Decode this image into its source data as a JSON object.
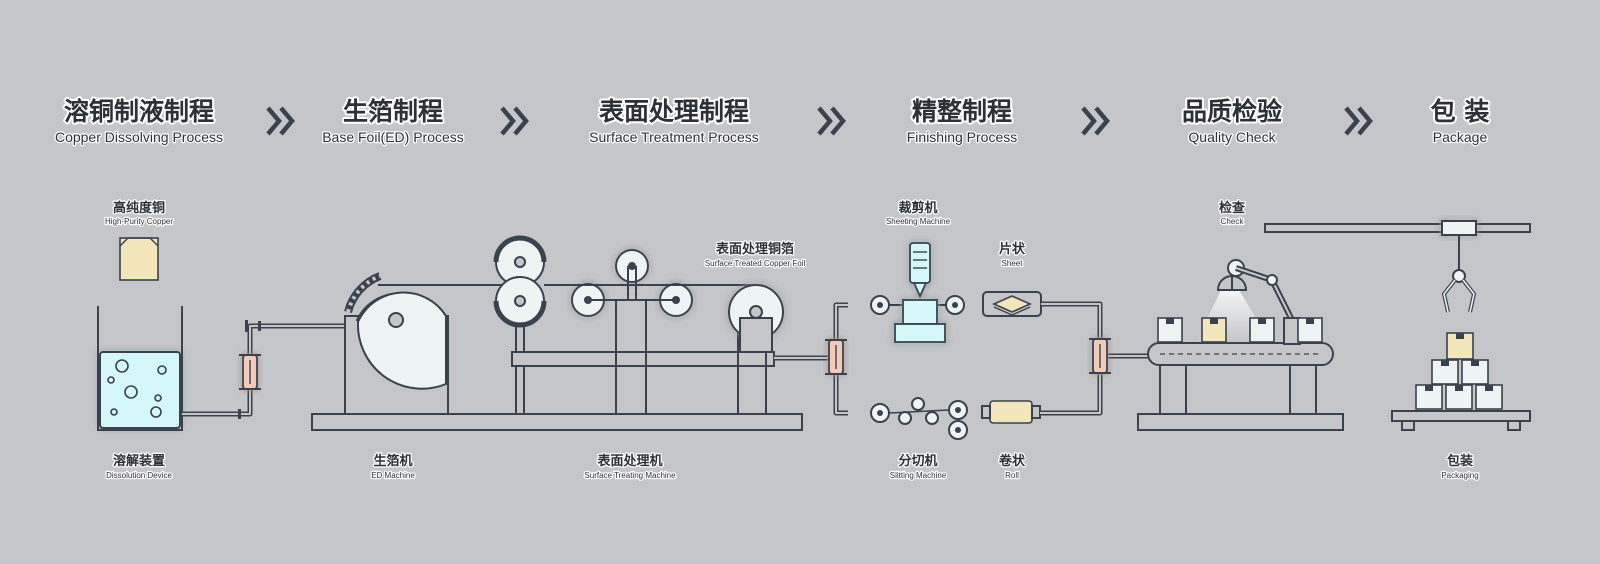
{
  "steps": [
    {
      "title": "溶铜制液制程",
      "subtitle": "Copper Dissolving Process"
    },
    {
      "title": "生箔制程",
      "subtitle": "Base Foil(ED) Process"
    },
    {
      "title": "表面处理制程",
      "subtitle": "Surface Treatment Process"
    },
    {
      "title": "精整制程",
      "subtitle": "Finishing Process"
    },
    {
      "title": "品质检验",
      "subtitle": "Quality Check"
    },
    {
      "title": "包 装",
      "subtitle": "Package"
    }
  ],
  "labels": {
    "high_purity_copper": {
      "cn": "高纯度铜",
      "en": "High-Purity Copper"
    },
    "dissolution_device": {
      "cn": "溶解装置",
      "en": "Dissolution Device"
    },
    "ed_machine": {
      "cn": "生箔机",
      "en": "ED Machine"
    },
    "surface_treated_foil": {
      "cn": "表面处理铜箔",
      "en": "Surface Treated  Copper Foil"
    },
    "surface_treating_machine": {
      "cn": "表面处理机",
      "en": "Surface Treating Machine"
    },
    "sheeting_machine": {
      "cn": "裁剪机",
      "en": "Sheeting Machine"
    },
    "sheet": {
      "cn": "片状",
      "en": "Sheet"
    },
    "slitting_machine": {
      "cn": "分切机",
      "en": "Slitting Machine"
    },
    "roll": {
      "cn": "卷状",
      "en": "Roll"
    },
    "check": {
      "cn": "检查",
      "en": "Check"
    },
    "packaging": {
      "cn": "包装",
      "en": "Packaging"
    }
  },
  "colors": {
    "background": "#c5c6c9",
    "line": "#3a424d",
    "liquid": "#d6f7f7",
    "copper_box": "#f3e6ba",
    "valve": "#f3c9b9",
    "glow": "#ffffff"
  }
}
